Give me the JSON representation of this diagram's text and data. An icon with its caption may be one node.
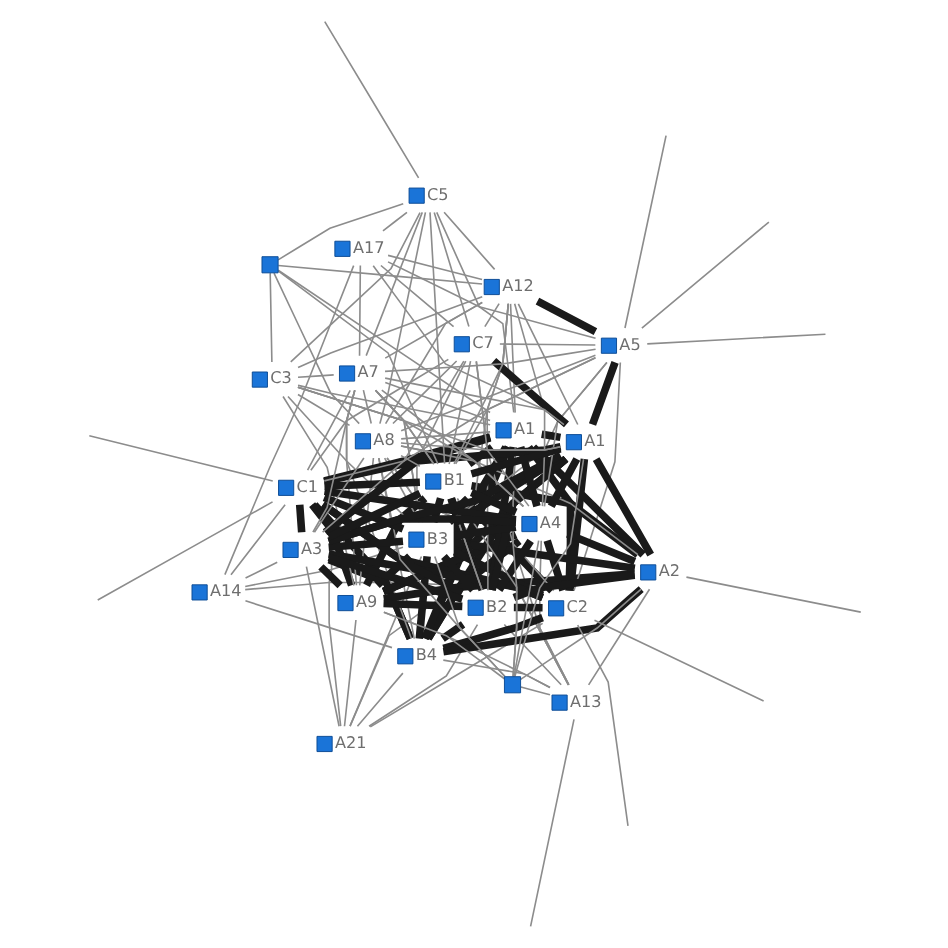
{
  "diagram": {
    "nodes": [
      {
        "text": [
          "A21"
        ]
      },
      {
        "text": [
          "A13"
        ]
      },
      {
        "text": [
          "A14"
        ]
      },
      {
        "text": [
          "B4"
        ]
      },
      {
        "text": [
          "A9"
        ]
      },
      {
        "text": [
          "C2"
        ]
      },
      {
        "text": [
          "A2"
        ]
      },
      {
        "text": [
          "B2"
        ]
      },
      {
        "text": [],
        "shape": "box"
      },
      {
        "text": [
          "B3"
        ]
      },
      {
        "text": [
          "C1"
        ]
      },
      {
        "text": [
          "A3"
        ]
      },
      {
        "text": [
          "A1"
        ]
      },
      {
        "text": [
          "A4"
        ]
      },
      {
        "text": [
          "A1"
        ]
      },
      {
        "text": [
          "B1"
        ]
      },
      {
        "text": [
          "A5"
        ]
      },
      {
        "text": [
          "A7"
        ]
      },
      {
        "text": [
          "A8"
        ]
      },
      {
        "text": [
          "C7"
        ]
      },
      {
        "text": [
          "C3"
        ]
      },
      {
        "text": [],
        "shape": "box"
      },
      {
        "text": [
          "A12"
        ]
      },
      {
        "text": [
          "C5"
        ]
      },
      {
        "text": [
          "A17"
        ]
      }
    ],
    "edges": [
      {
        "from": 0,
        "to": 10,
        "arrow": "none"
      },
      {
        "from": 0,
        "to": 5,
        "arrow": "none"
      },
      {
        "from": 0,
        "to": 11,
        "arrow": "none"
      },
      {
        "from": 0,
        "to": 7,
        "arrow": "none"
      },
      {
        "from": 0,
        "to": 13,
        "arrow": "none"
      },
      {
        "from": 0,
        "to": 9,
        "arrow": "none"
      },
      {
        "from": 0,
        "to": 4,
        "arrow": "none"
      },
      {
        "from": 0,
        "to": 3,
        "arrow": "none"
      },
      {
        "from": 1,
        "to": 3,
        "arrow": "none"
      },
      {
        "from": 1,
        "to": 4,
        "arrow": "none"
      },
      {
        "from": 1,
        "to": 6,
        "arrow": "none"
      },
      {
        "from": 1,
        "to": 7,
        "arrow": "none"
      },
      {
        "from": 1,
        "to": 9,
        "arrow": "none"
      },
      {
        "from": 1,
        "to": 12,
        "arrow": "none"
      },
      {
        "from": 1,
        "to": 13,
        "arrow": "none"
      },
      {
        "from": 1,
        "to": 15,
        "arrow": "none"
      },
      {
        "from": 1,
        "to": 18,
        "arrow": "none"
      },
      {
        "from": 1,
        "to": 8,
        "arrow": "none"
      },
      {
        "from": 2,
        "to": 3,
        "arrow": "none"
      },
      {
        "from": 2,
        "to": 5,
        "arrow": "none"
      },
      {
        "from": 2,
        "to": 10,
        "arrow": "none"
      },
      {
        "from": 2,
        "to": 11,
        "arrow": "none"
      },
      {
        "from": 2,
        "to": 9,
        "arrow": "none"
      },
      {
        "from": 2,
        "to": 24,
        "arrow": "none"
      },
      {
        "from": 3,
        "to": 7,
        "arrow": "none",
        "style": "thick",
        "color": "#1a1a1a"
      },
      {
        "from": 3,
        "to": 9,
        "arrow": "none",
        "style": "thick",
        "color": "#1a1a1a"
      },
      {
        "from": 3,
        "to": 11,
        "arrow": "none",
        "style": "thick",
        "color": "#1a1a1a"
      },
      {
        "from": 3,
        "to": 10,
        "arrow": "none",
        "style": "thick",
        "color": "#1a1a1a"
      },
      {
        "from": 3,
        "to": 14,
        "arrow": "none",
        "style": "thick",
        "color": "#1a1a1a"
      },
      {
        "from": 3,
        "to": 13,
        "arrow": "none",
        "style": "thick",
        "color": "#1a1a1a"
      },
      {
        "from": 3,
        "to": 15,
        "arrow": "none",
        "style": "thick",
        "color": "#1a1a1a"
      },
      {
        "from": 3,
        "to": 6,
        "arrow": "none",
        "style": "thick",
        "color": "#1a1a1a"
      },
      {
        "from": 3,
        "to": 12,
        "arrow": "none",
        "style": "thick",
        "color": "#1a1a1a"
      },
      {
        "from": 3,
        "to": 5,
        "arrow": "none",
        "style": "thick",
        "color": "#1a1a1a"
      },
      {
        "from": 3,
        "to": 18,
        "arrow": "none"
      },
      {
        "from": 3,
        "to": 17,
        "arrow": "none"
      },
      {
        "from": 4,
        "to": 7,
        "arrow": "none",
        "style": "thick",
        "color": "#1a1a1a"
      },
      {
        "from": 4,
        "to": 9,
        "arrow": "none",
        "style": "thick",
        "color": "#1a1a1a"
      },
      {
        "from": 4,
        "to": 11,
        "arrow": "none",
        "style": "thick",
        "color": "#1a1a1a"
      },
      {
        "from": 4,
        "to": 10,
        "arrow": "none",
        "style": "thick",
        "color": "#1a1a1a"
      },
      {
        "from": 4,
        "to": 14,
        "arrow": "none",
        "style": "thick",
        "color": "#1a1a1a"
      },
      {
        "from": 4,
        "to": 13,
        "arrow": "none",
        "style": "thick",
        "color": "#1a1a1a"
      },
      {
        "from": 4,
        "to": 15,
        "arrow": "none",
        "style": "thick",
        "color": "#1a1a1a"
      },
      {
        "from": 4,
        "to": 6,
        "arrow": "none",
        "style": "thick",
        "color": "#1a1a1a"
      },
      {
        "from": 4,
        "to": 12,
        "arrow": "none",
        "style": "thick",
        "color": "#1a1a1a"
      },
      {
        "from": 4,
        "to": 18,
        "arrow": "none"
      },
      {
        "from": 4,
        "to": 8,
        "arrow": "none"
      },
      {
        "from": 4,
        "to": 17,
        "arrow": "none"
      },
      {
        "from": 4,
        "to": 20,
        "arrow": "none"
      },
      {
        "from": 5,
        "to": 10,
        "arrow": "none",
        "style": "thick",
        "color": "#1a1a1a"
      },
      {
        "from": 5,
        "to": 11,
        "arrow": "none",
        "style": "thick",
        "color": "#1a1a1a"
      },
      {
        "from": 5,
        "to": 14,
        "arrow": "none",
        "style": "thick",
        "color": "#1a1a1a"
      },
      {
        "from": 5,
        "to": 7,
        "arrow": "none",
        "style": "thick",
        "color": "#1a1a1a"
      },
      {
        "from": 5,
        "to": 9,
        "arrow": "none",
        "style": "thick",
        "color": "#1a1a1a"
      },
      {
        "from": 5,
        "to": 13,
        "arrow": "none",
        "style": "thick",
        "color": "#1a1a1a"
      },
      {
        "from": 5,
        "to": 15,
        "arrow": "none",
        "style": "thick",
        "color": "#1a1a1a"
      },
      {
        "from": 5,
        "to": 16,
        "arrow": "none"
      },
      {
        "from": 5,
        "to": 12,
        "arrow": "none",
        "style": "thick",
        "color": "#1a1a1a"
      },
      {
        "from": 5,
        "to": 19,
        "arrow": "none"
      },
      {
        "from": 6,
        "to": 9,
        "arrow": "none",
        "style": "thick",
        "color": "#1a1a1a"
      },
      {
        "from": 6,
        "to": 12,
        "arrow": "none",
        "style": "thick",
        "color": "#1a1a1a"
      },
      {
        "from": 6,
        "to": 15,
        "arrow": "none",
        "style": "thick",
        "color": "#1a1a1a"
      },
      {
        "from": 6,
        "to": 13,
        "arrow": "none",
        "style": "thick",
        "color": "#1a1a1a"
      },
      {
        "from": 6,
        "to": 18,
        "arrow": "none"
      },
      {
        "from": 6,
        "to": 7,
        "arrow": "none",
        "style": "thick",
        "color": "#1a1a1a"
      },
      {
        "from": 6,
        "to": 8,
        "arrow": "none"
      },
      {
        "from": 6,
        "to": 14,
        "arrow": "none",
        "style": "thick",
        "color": "#1a1a1a"
      },
      {
        "from": 7,
        "to": 9,
        "arrow": "none",
        "style": "thick",
        "color": "#1a1a1a"
      },
      {
        "from": 7,
        "to": 10,
        "arrow": "none",
        "style": "thick",
        "color": "#1a1a1a"
      },
      {
        "from": 7,
        "to": 11,
        "arrow": "none",
        "style": "thick",
        "color": "#1a1a1a"
      },
      {
        "from": 7,
        "to": 13,
        "arrow": "none",
        "style": "thick",
        "color": "#1a1a1a"
      },
      {
        "from": 7,
        "to": 14,
        "arrow": "none",
        "style": "thick",
        "color": "#1a1a1a"
      },
      {
        "from": 7,
        "to": 15,
        "arrow": "none",
        "style": "thick",
        "color": "#1a1a1a"
      },
      {
        "from": 7,
        "to": 17,
        "arrow": "none"
      },
      {
        "from": 7,
        "to": 12,
        "arrow": "none",
        "style": "thick",
        "color": "#1a1a1a"
      },
      {
        "from": 7,
        "to": 18,
        "arrow": "none"
      },
      {
        "from": 7,
        "to": 22,
        "arrow": "none"
      },
      {
        "from": 8,
        "to": 9,
        "arrow": "none"
      },
      {
        "from": 8,
        "to": 13,
        "arrow": "none"
      },
      {
        "from": 8,
        "to": 15,
        "arrow": "none"
      },
      {
        "from": 8,
        "to": 18,
        "arrow": "none"
      },
      {
        "from": 8,
        "to": 14,
        "arrow": "none"
      },
      {
        "from": 8,
        "to": 12,
        "arrow": "none"
      },
      {
        "from": 9,
        "to": 10,
        "arrow": "none",
        "style": "thick",
        "color": "#1a1a1a"
      },
      {
        "from": 9,
        "to": 11,
        "arrow": "none",
        "style": "thick",
        "color": "#1a1a1a"
      },
      {
        "from": 9,
        "to": 12,
        "arrow": "none",
        "style": "thick",
        "color": "#1a1a1a"
      },
      {
        "from": 9,
        "to": 13,
        "arrow": "none",
        "style": "thick",
        "color": "#1a1a1a"
      },
      {
        "from": 9,
        "to": 14,
        "arrow": "none",
        "style": "thick",
        "color": "#1a1a1a"
      },
      {
        "from": 9,
        "to": 15,
        "arrow": "none",
        "style": "thick",
        "color": "#1a1a1a"
      },
      {
        "from": 9,
        "to": 17,
        "arrow": "none"
      },
      {
        "from": 9,
        "to": 18,
        "arrow": "none"
      },
      {
        "from": 9,
        "to": 19,
        "arrow": "none"
      },
      {
        "from": 9,
        "to": 20,
        "arrow": "none"
      },
      {
        "from": 9,
        "to": 22,
        "arrow": "none"
      },
      {
        "from": 9,
        "to": 16,
        "arrow": "none"
      },
      {
        "from": 10,
        "to": 11,
        "arrow": "none",
        "style": "thick",
        "color": "#1a1a1a"
      },
      {
        "from": 10,
        "to": 14,
        "arrow": "none",
        "style": "thick",
        "color": "#1a1a1a"
      },
      {
        "from": 10,
        "to": 16,
        "arrow": "none"
      },
      {
        "from": 10,
        "to": 13,
        "arrow": "none",
        "style": "thick",
        "color": "#1a1a1a"
      },
      {
        "from": 10,
        "to": 19,
        "arrow": "none"
      },
      {
        "from": 10,
        "to": 15,
        "arrow": "none",
        "style": "thick",
        "color": "#1a1a1a"
      },
      {
        "from": 10,
        "to": 17,
        "arrow": "none"
      },
      {
        "from": 10,
        "to": 12,
        "arrow": "none",
        "style": "thick",
        "color": "#1a1a1a"
      },
      {
        "from": 11,
        "to": 14,
        "arrow": "none",
        "style": "thick",
        "color": "#1a1a1a"
      },
      {
        "from": 11,
        "to": 13,
        "arrow": "none",
        "style": "thick",
        "color": "#1a1a1a"
      },
      {
        "from": 11,
        "to": 15,
        "arrow": "none",
        "style": "thick",
        "color": "#1a1a1a"
      },
      {
        "from": 11,
        "to": 12,
        "arrow": "none",
        "style": "thick",
        "color": "#1a1a1a"
      },
      {
        "from": 11,
        "to": 17,
        "arrow": "none"
      },
      {
        "from": 11,
        "to": 18,
        "arrow": "none"
      },
      {
        "from": 11,
        "to": 19,
        "arrow": "none"
      },
      {
        "from": 12,
        "to": 13,
        "arrow": "none",
        "style": "thick",
        "color": "#1a1a1a"
      },
      {
        "from": 12,
        "to": 14,
        "arrow": "none",
        "style": "thick",
        "color": "#1a1a1a"
      },
      {
        "from": 12,
        "to": 15,
        "arrow": "none",
        "style": "thick",
        "color": "#1a1a1a"
      },
      {
        "from": 12,
        "to": 18,
        "arrow": "none"
      },
      {
        "from": 12,
        "to": 17,
        "arrow": "none"
      },
      {
        "from": 12,
        "to": 20,
        "arrow": "none"
      },
      {
        "from": 12,
        "to": 21,
        "arrow": "none"
      },
      {
        "from": 12,
        "to": 22,
        "arrow": "none"
      },
      {
        "from": 12,
        "to": 23,
        "arrow": "none"
      },
      {
        "from": 13,
        "to": 14,
        "arrow": "none",
        "style": "thick",
        "color": "#1a1a1a"
      },
      {
        "from": 13,
        "to": 15,
        "arrow": "none",
        "style": "thick",
        "color": "#1a1a1a"
      },
      {
        "from": 13,
        "to": 17,
        "arrow": "none"
      },
      {
        "from": 13,
        "to": 18,
        "arrow": "none"
      },
      {
        "from": 13,
        "to": 19,
        "arrow": "none"
      },
      {
        "from": 13,
        "to": 20,
        "arrow": "none"
      },
      {
        "from": 13,
        "to": 22,
        "arrow": "none"
      },
      {
        "from": 13,
        "to": 16,
        "arrow": "none"
      },
      {
        "from": 14,
        "to": 15,
        "arrow": "none",
        "style": "thick",
        "color": "#1a1a1a"
      },
      {
        "from": 14,
        "to": 16,
        "arrow": "none",
        "style": "thick",
        "color": "#1a1a1a"
      },
      {
        "from": 14,
        "to": 17,
        "arrow": "none"
      },
      {
        "from": 14,
        "to": 18,
        "arrow": "none"
      },
      {
        "from": 14,
        "to": 19,
        "arrow": "none",
        "style": "thick",
        "color": "#1a1a1a"
      },
      {
        "from": 14,
        "to": 20,
        "arrow": "none"
      },
      {
        "from": 14,
        "to": 22,
        "arrow": "none"
      },
      {
        "from": 14,
        "to": 24,
        "arrow": "none"
      },
      {
        "from": 15,
        "to": 16,
        "arrow": "none"
      },
      {
        "from": 15,
        "to": 17,
        "arrow": "none"
      },
      {
        "from": 15,
        "to": 18,
        "arrow": "none"
      },
      {
        "from": 15,
        "to": 19,
        "arrow": "none"
      },
      {
        "from": 15,
        "to": 20,
        "arrow": "none"
      },
      {
        "from": 15,
        "to": 22,
        "arrow": "none"
      },
      {
        "from": 15,
        "to": 23,
        "arrow": "none"
      },
      {
        "from": 15,
        "to": 21,
        "arrow": "none"
      },
      {
        "from": 16,
        "to": 19,
        "arrow": "none"
      },
      {
        "from": 16,
        "to": 17,
        "arrow": "none"
      },
      {
        "from": 16,
        "to": 22,
        "arrow": "none",
        "style": "thick",
        "color": "#1a1a1a"
      },
      {
        "from": 16,
        "to": 24,
        "arrow": "none"
      },
      {
        "from": 16,
        "to": 18,
        "arrow": "none"
      },
      {
        "from": 17,
        "to": 22,
        "arrow": "none"
      },
      {
        "from": 17,
        "to": 18,
        "arrow": "none"
      },
      {
        "from": 17,
        "to": 20,
        "arrow": "none"
      },
      {
        "from": 17,
        "to": 23,
        "arrow": "none"
      },
      {
        "from": 17,
        "to": 24,
        "arrow": "none"
      },
      {
        "from": 18,
        "to": 22,
        "arrow": "none"
      },
      {
        "from": 18,
        "to": 23,
        "arrow": "none"
      },
      {
        "from": 18,
        "to": 20,
        "arrow": "none"
      },
      {
        "from": 18,
        "to": 21,
        "arrow": "none"
      },
      {
        "from": 18,
        "to": 19,
        "arrow": "none"
      },
      {
        "from": 19,
        "to": 22,
        "arrow": "none"
      },
      {
        "from": 19,
        "to": 24,
        "arrow": "none"
      },
      {
        "from": 19,
        "to": 23,
        "arrow": "none"
      },
      {
        "from": 20,
        "to": 22,
        "arrow": "none"
      },
      {
        "from": 20,
        "to": 23,
        "arrow": "none"
      },
      {
        "from": 20,
        "to": 21,
        "arrow": "none"
      },
      {
        "from": 21,
        "to": 22,
        "arrow": "none"
      },
      {
        "from": 21,
        "to": 23,
        "arrow": "none"
      },
      {
        "from": 22,
        "to": 23,
        "arrow": "none"
      },
      {
        "from": 22,
        "to": 24,
        "arrow": "none"
      },
      {
        "from": 23,
        "to": 24,
        "arrow": "none"
      },
      {
        "from": 5,
        "to": null,
        "arrow": "none"
      },
      {
        "from": 5,
        "to": null,
        "arrow": "none"
      },
      {
        "from": 10,
        "to": null,
        "arrow": "none"
      },
      {
        "from": 10,
        "to": null,
        "arrow": "none"
      },
      {
        "from": 16,
        "to": null,
        "arrow": "none"
      },
      {
        "from": 16,
        "to": null,
        "arrow": "none"
      },
      {
        "from": 16,
        "to": null,
        "arrow": "none"
      },
      {
        "from": 1,
        "to": null,
        "arrow": "none"
      },
      {
        "from": 23,
        "to": null,
        "arrow": "none"
      },
      {
        "from": 6,
        "to": null,
        "arrow": "none"
      }
    ]
  }
}
